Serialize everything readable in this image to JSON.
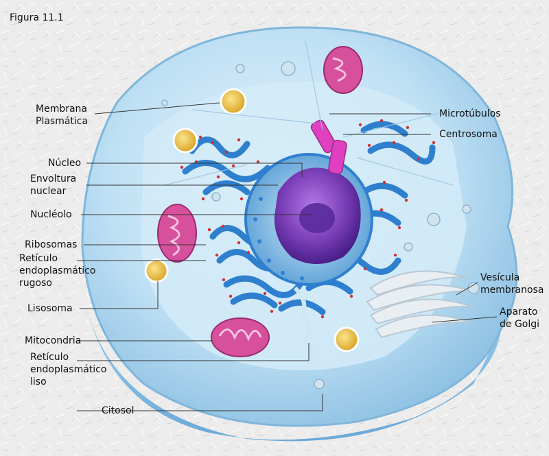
{
  "figure_title": "Figura 11.1",
  "labels": {
    "membrana": "Membrana\nPlasmática",
    "nucleo": "Núcleo",
    "envoltura": "Envoltura\nnuclear",
    "nucleolo": "Nucléolo",
    "ribosomas": "Ribosomas",
    "rer": "Retículo\nendoplasmático\nrugoso",
    "lisosoma": "Lisosoma",
    "mitocondria": "Mitocondria",
    "rel": "Retículo\nendoplasmático\nliso",
    "citosol": "Citosol",
    "microtubulos": "Microtúbulos",
    "centrosoma": "Centrosoma",
    "vesicula": "Vesícula\nmembranosa",
    "golgi": "Aparato\nde Golgi"
  },
  "colors": {
    "background": "#ececec",
    "cell_body": "#bfe0f4",
    "cell_shadow": "#7fb6da",
    "er": "#2f7fcf",
    "ribosome": "#d03030",
    "nucleoplasm": "#7b3fb8",
    "centrosome": "#e040c0",
    "mitochondria": "#d6509c",
    "lysosome_core": "#f0c850",
    "golgi": "#e8eef2"
  }
}
